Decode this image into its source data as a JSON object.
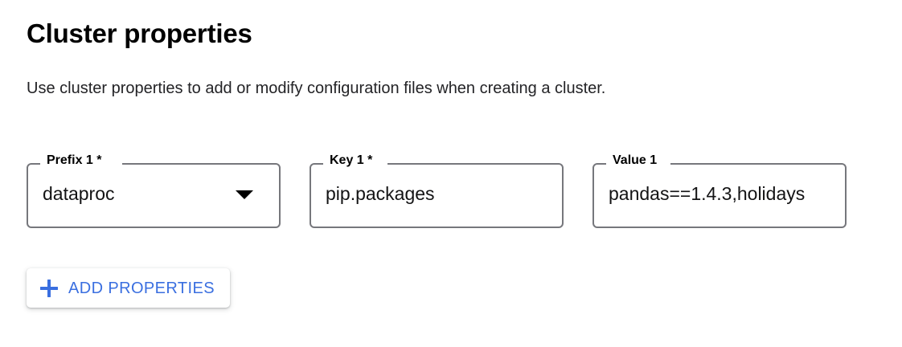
{
  "section": {
    "title": "Cluster properties",
    "description": "Use cluster properties to add or modify configuration files when creating a cluster."
  },
  "properties": [
    {
      "prefix": {
        "label": "Prefix 1 *",
        "value": "dataproc",
        "control": "select",
        "icon": "chevron-down-icon"
      },
      "key": {
        "label": "Key 1 *",
        "value": "pip.packages",
        "control": "text"
      },
      "value": {
        "label": "Value 1",
        "value": "pandas==1.4.3,holidays",
        "control": "text"
      }
    }
  ],
  "actions": {
    "add_properties": {
      "label": "ADD PROPERTIES",
      "icon": "plus-icon"
    }
  },
  "colors": {
    "accent_blue": "#3a6fe0",
    "field_border": "#76777c",
    "text_primary": "#202124",
    "background": "#ffffff"
  }
}
